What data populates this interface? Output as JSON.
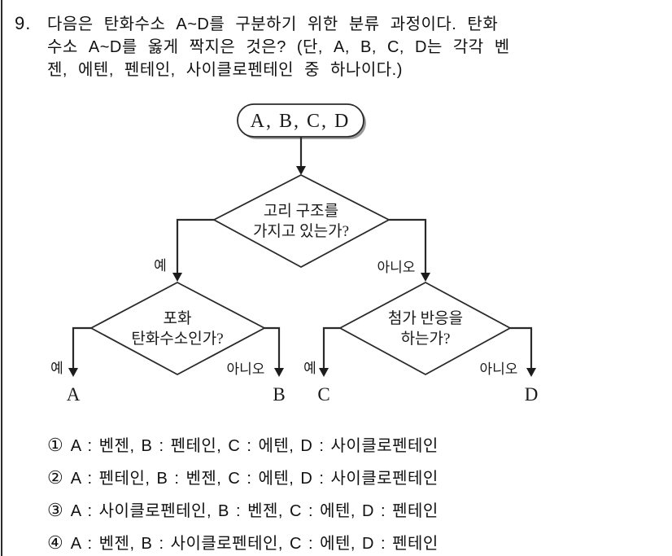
{
  "question": {
    "number": "9.",
    "lines": [
      "다음은 탄화수소 A~D를 구분하기 위한 분류 과정이다. 탄화",
      "수소 A~D를 옳게 짝지은 것은? (단, A, B, C, D는 각각 벤",
      "젠, 에텐, 펜테인, 사이클로펜테인 중 하나이다.)"
    ]
  },
  "flowchart": {
    "start_label": "A, B, C, D",
    "decision_ring": {
      "line1": "고리 구조를",
      "line2": "가지고 있는가?"
    },
    "decision_saturated": {
      "line1": "포화",
      "line2": "탄화수소인가?"
    },
    "decision_addition": {
      "line1": "첨가 반응을",
      "line2": "하는가?"
    },
    "labels": {
      "yes": "예",
      "no": "아니오"
    },
    "outcomes": {
      "a": "A",
      "b": "B",
      "c": "C",
      "d": "D"
    }
  },
  "choices": [
    {
      "num": "①",
      "text": "A : 벤젠, B : 펜테인, C : 에텐, D : 사이클로펜테인"
    },
    {
      "num": "②",
      "text": "A : 펜테인, B : 벤젠, C : 에텐, D : 사이클로펜테인"
    },
    {
      "num": "③",
      "text": "A : 사이클로펜테인, B : 벤젠, C : 에텐, D : 펜테인"
    },
    {
      "num": "④",
      "text": "A : 벤젠, B : 사이클로펜테인, C : 에텐, D : 펜테인"
    }
  ],
  "colors": {
    "ink": "#111111",
    "line": "#2a2a2a",
    "shadow": "#9a9a9a"
  }
}
